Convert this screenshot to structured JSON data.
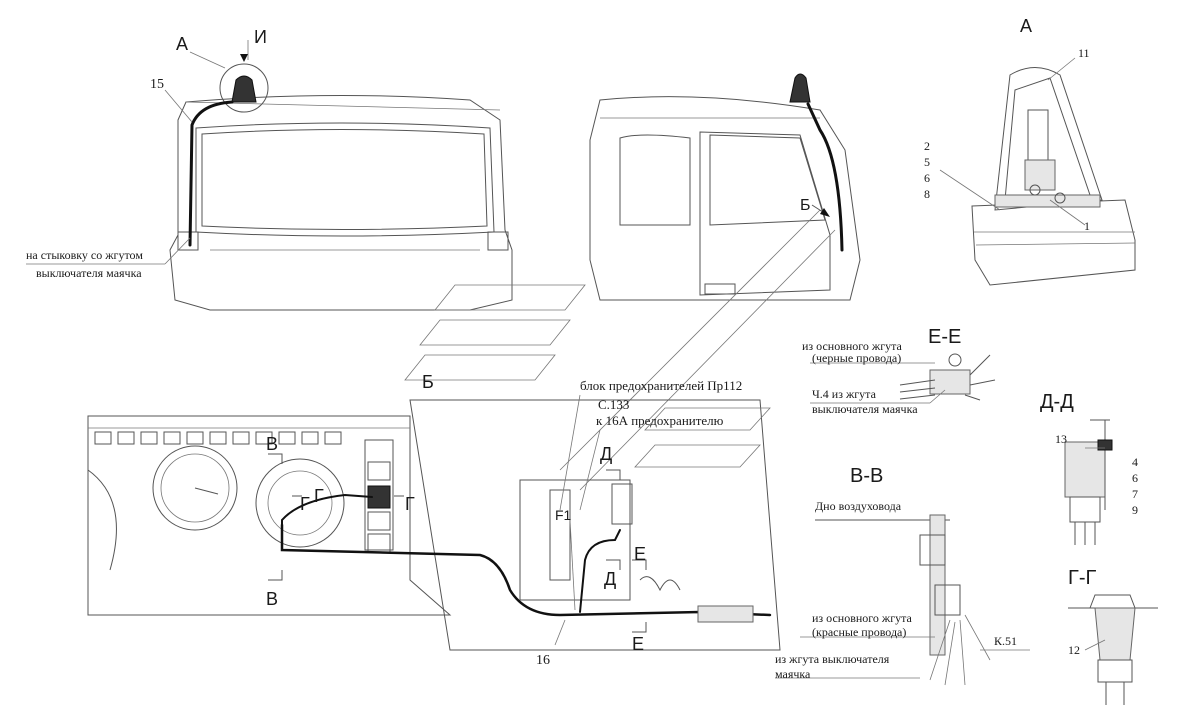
{
  "labels": {
    "view_a": "А",
    "view_i": "И",
    "view_a_detail": "А",
    "view_b": "Б",
    "view_b_arrow": "Б",
    "view_v_top": "В",
    "view_v_bottom": "В",
    "view_g_left": "Г",
    "view_g_mid": "Г",
    "view_g_right": "Г",
    "view_d_top": "Д",
    "view_d_bottom": "Д",
    "view_e_top": "Е",
    "view_e_bottom": "Е",
    "section_ee": "Е-Е",
    "section_dd": "Д-Д",
    "section_vv": "В-В",
    "section_gg": "Г-Г",
    "f1": "F1"
  },
  "callouts": {
    "n15": "15",
    "n16": "16",
    "n11": "11",
    "n2": "2",
    "n5": "5",
    "n6": "6",
    "n8": "8",
    "n1": "1",
    "n13": "13",
    "n4": "4",
    "n6b": "6",
    "n7": "7",
    "n9": "9",
    "n12": "12",
    "k51": "К.51"
  },
  "notes": {
    "harness_joint_1": "на  стыковку со жгутом",
    "harness_joint_2": "выключателя маячка",
    "fuse_block": "блок предохранителей Пр112",
    "c133_1": "С.133",
    "c133_2": "к 16А предохранителю",
    "main_black_1": "из основного жгута",
    "main_black_2": "(черные провода)",
    "ch4_1": "Ч.4 из жгута",
    "ch4_2": "выключателя маячка",
    "duct_bottom": "Дно воздуховода",
    "main_red_1": "из основного жгута",
    "main_red_2": "(красные провода)",
    "switch_harness_1": "из жгута выключателя",
    "switch_harness_2": "маячка"
  }
}
